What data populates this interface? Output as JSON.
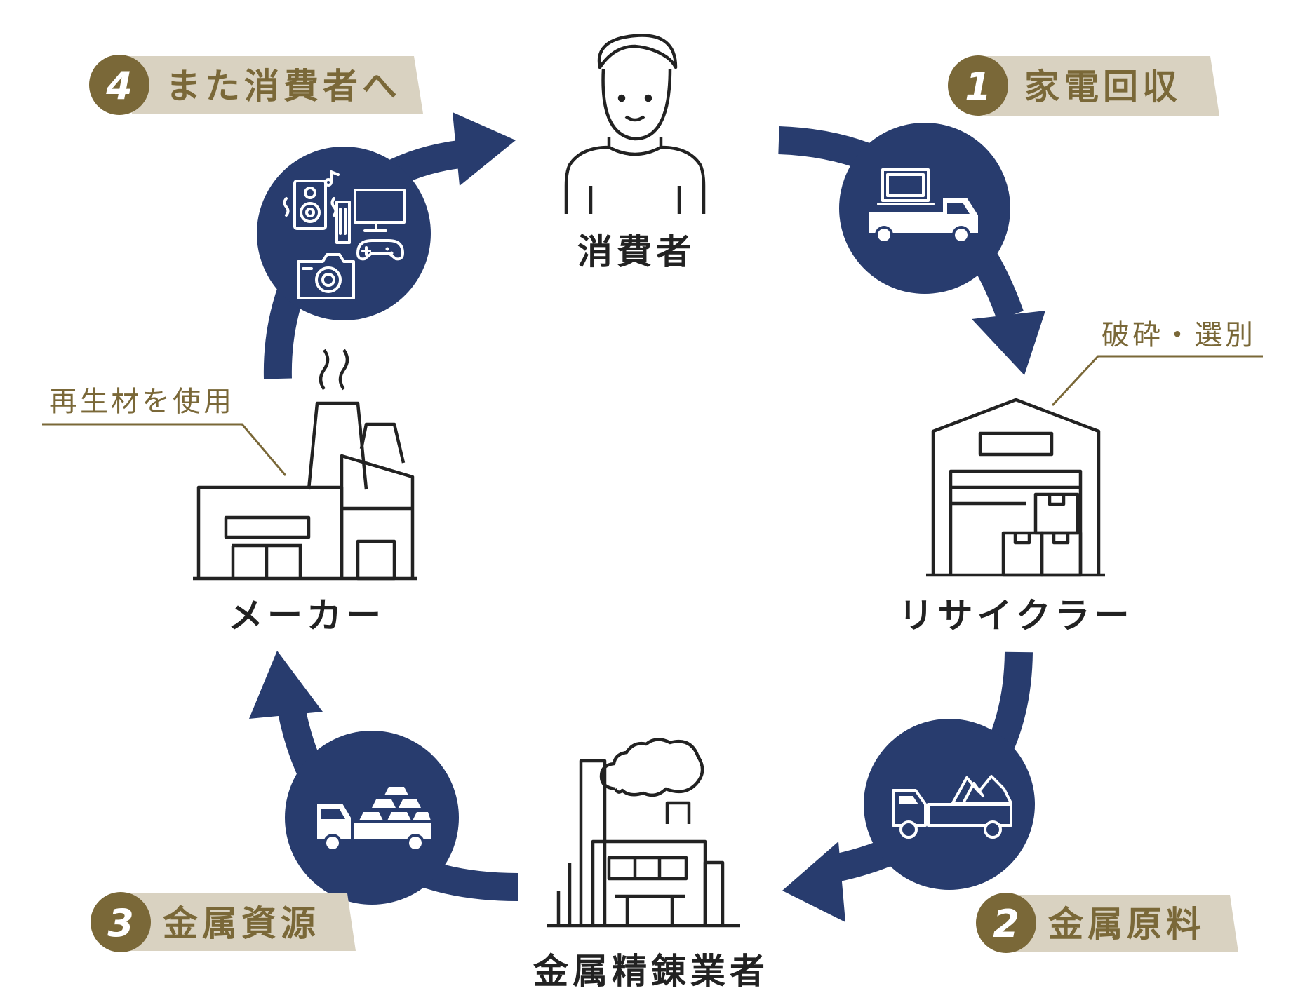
{
  "colors": {
    "navy": "#283c6e",
    "gold": "#7a6838",
    "tag_bg": "#d9d2c1",
    "ink": "#222222",
    "note": "#7a6838"
  },
  "nodes": {
    "consumer": {
      "label": "消費者",
      "icon": "person-icon"
    },
    "recycler": {
      "label": "リサイクラー",
      "icon": "warehouse-icon"
    },
    "smelter": {
      "label": "金属精錬業者",
      "icon": "smelter-factory-icon"
    },
    "maker": {
      "label": "メーカー",
      "icon": "factory-icon"
    }
  },
  "steps": [
    {
      "number": "1",
      "label": "家電回収",
      "icon": "truck-with-computer-icon"
    },
    {
      "number": "2",
      "label": "金属原料",
      "icon": "truck-with-scrap-icon"
    },
    {
      "number": "3",
      "label": "金属資源",
      "icon": "truck-with-ingots-icon"
    },
    {
      "number": "4",
      "label": "また消費者へ",
      "icon": "appliances-icon"
    }
  ],
  "notes": {
    "recycler": "破砕・選別",
    "maker": "再生材を使用"
  }
}
